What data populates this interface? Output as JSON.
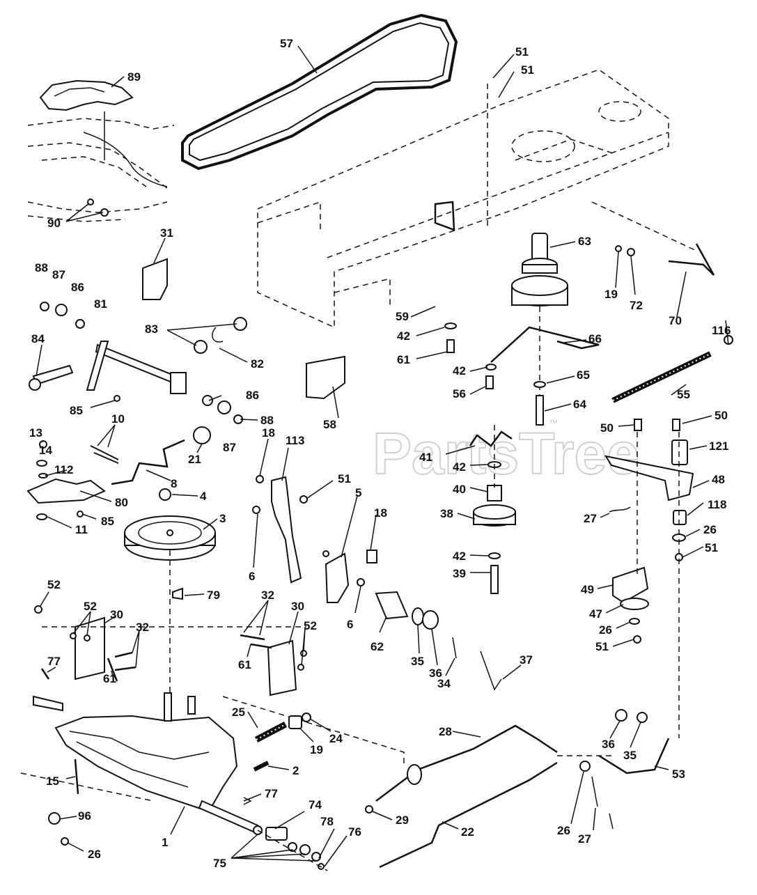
{
  "watermark": {
    "text": "PartsTree",
    "trademark": "™"
  },
  "callouts": [
    {
      "id": "c57",
      "text": "57"
    },
    {
      "id": "c51a",
      "text": "51"
    },
    {
      "id": "c51b",
      "text": "51"
    },
    {
      "id": "c89",
      "text": "89"
    },
    {
      "id": "c90",
      "text": "90"
    },
    {
      "id": "c31",
      "text": "31"
    },
    {
      "id": "c63",
      "text": "63"
    },
    {
      "id": "c88a",
      "text": "88"
    },
    {
      "id": "c87a",
      "text": "87"
    },
    {
      "id": "c86a",
      "text": "86"
    },
    {
      "id": "c81",
      "text": "81"
    },
    {
      "id": "c83",
      "text": "83"
    },
    {
      "id": "c82",
      "text": "82"
    },
    {
      "id": "c84",
      "text": "84"
    },
    {
      "id": "c85a",
      "text": "85"
    },
    {
      "id": "c86b",
      "text": "86"
    },
    {
      "id": "c88b",
      "text": "88"
    },
    {
      "id": "c87b",
      "text": "87"
    },
    {
      "id": "c59",
      "text": "59"
    },
    {
      "id": "c42a",
      "text": "42"
    },
    {
      "id": "c61a",
      "text": "61"
    },
    {
      "id": "c19a",
      "text": "19"
    },
    {
      "id": "c72",
      "text": "72"
    },
    {
      "id": "c70",
      "text": "70"
    },
    {
      "id": "c116",
      "text": "116"
    },
    {
      "id": "c66",
      "text": "66"
    },
    {
      "id": "c42b",
      "text": "42"
    },
    {
      "id": "c65",
      "text": "65"
    },
    {
      "id": "c56",
      "text": "56"
    },
    {
      "id": "c64",
      "text": "64"
    },
    {
      "id": "c55",
      "text": "55"
    },
    {
      "id": "c58",
      "text": "58"
    },
    {
      "id": "c13",
      "text": "13"
    },
    {
      "id": "c10",
      "text": "10"
    },
    {
      "id": "c14",
      "text": "14"
    },
    {
      "id": "c112",
      "text": "112"
    },
    {
      "id": "c21",
      "text": "21"
    },
    {
      "id": "c18a",
      "text": "18"
    },
    {
      "id": "c113",
      "text": "113"
    },
    {
      "id": "c50a",
      "text": "50"
    },
    {
      "id": "c50b",
      "text": "50"
    },
    {
      "id": "c121",
      "text": "121"
    },
    {
      "id": "c41",
      "text": "41"
    },
    {
      "id": "c42c",
      "text": "42"
    },
    {
      "id": "c8",
      "text": "8"
    },
    {
      "id": "c51c",
      "text": "51"
    },
    {
      "id": "c48",
      "text": "48"
    },
    {
      "id": "c40",
      "text": "40"
    },
    {
      "id": "c80",
      "text": "80"
    },
    {
      "id": "c85b",
      "text": "85"
    },
    {
      "id": "c4",
      "text": "4"
    },
    {
      "id": "c5",
      "text": "5"
    },
    {
      "id": "c118",
      "text": "118"
    },
    {
      "id": "c27a",
      "text": "27"
    },
    {
      "id": "c38",
      "text": "38"
    },
    {
      "id": "c18b",
      "text": "18"
    },
    {
      "id": "c26a",
      "text": "26"
    },
    {
      "id": "c3",
      "text": "3"
    },
    {
      "id": "c51d",
      "text": "51"
    },
    {
      "id": "c11",
      "text": "11"
    },
    {
      "id": "c42d",
      "text": "42"
    },
    {
      "id": "c6a",
      "text": "6"
    },
    {
      "id": "c39",
      "text": "39"
    },
    {
      "id": "c52a",
      "text": "52"
    },
    {
      "id": "c79",
      "text": "79"
    },
    {
      "id": "c49",
      "text": "49"
    },
    {
      "id": "c32a",
      "text": "32"
    },
    {
      "id": "c47",
      "text": "47"
    },
    {
      "id": "c52b",
      "text": "52"
    },
    {
      "id": "c30a",
      "text": "30"
    },
    {
      "id": "c30b",
      "text": "30"
    },
    {
      "id": "c6b",
      "text": "6"
    },
    {
      "id": "c26b",
      "text": "26"
    },
    {
      "id": "c32b",
      "text": "32"
    },
    {
      "id": "c52c",
      "text": "52"
    },
    {
      "id": "c51e",
      "text": "51"
    },
    {
      "id": "c62",
      "text": "62"
    },
    {
      "id": "c35a",
      "text": "35"
    },
    {
      "id": "c36a",
      "text": "36"
    },
    {
      "id": "c34",
      "text": "34"
    },
    {
      "id": "c37",
      "text": "37"
    },
    {
      "id": "c77a",
      "text": "77"
    },
    {
      "id": "c61b",
      "text": "61"
    },
    {
      "id": "c61c",
      "text": "61"
    },
    {
      "id": "c25",
      "text": "25"
    },
    {
      "id": "c24",
      "text": "24"
    },
    {
      "id": "c19b",
      "text": "19"
    },
    {
      "id": "c28",
      "text": "28"
    },
    {
      "id": "c36b",
      "text": "36"
    },
    {
      "id": "c35b",
      "text": "35"
    },
    {
      "id": "c15",
      "text": "15"
    },
    {
      "id": "c2",
      "text": "2"
    },
    {
      "id": "c53",
      "text": "53"
    },
    {
      "id": "c77b",
      "text": "77"
    },
    {
      "id": "c29",
      "text": "29"
    },
    {
      "id": "c26c",
      "text": "26"
    },
    {
      "id": "c27b",
      "text": "27"
    },
    {
      "id": "c1",
      "text": "1"
    },
    {
      "id": "c96",
      "text": "96"
    },
    {
      "id": "c74",
      "text": "74"
    },
    {
      "id": "c22",
      "text": "22"
    },
    {
      "id": "c78",
      "text": "78"
    },
    {
      "id": "c76",
      "text": "76"
    },
    {
      "id": "c26d",
      "text": "26"
    },
    {
      "id": "c75",
      "text": "75"
    }
  ]
}
